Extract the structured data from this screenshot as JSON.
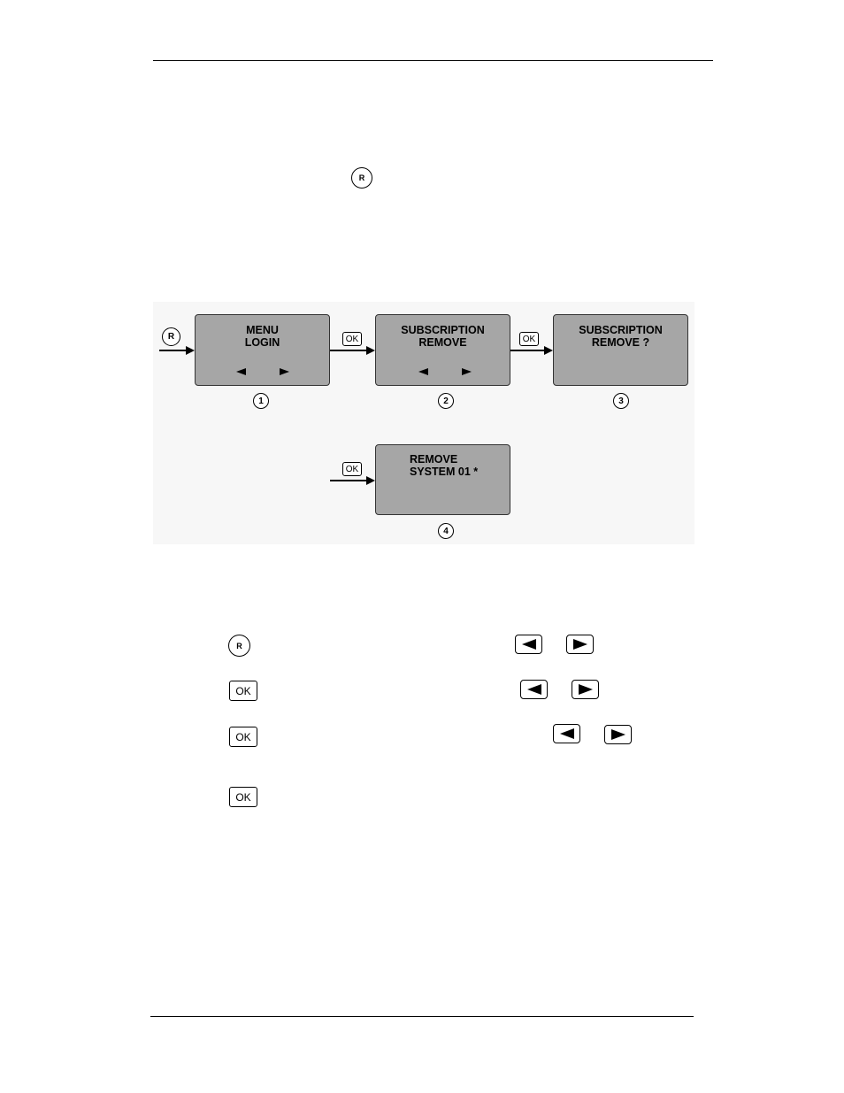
{
  "diagram": {
    "screens": [
      {
        "line1": "MENU",
        "line2": "LOGIN",
        "step": "1"
      },
      {
        "line1": "SUBSCRIPTION",
        "line2": "REMOVE",
        "step": "2"
      },
      {
        "line1": "SUBSCRIPTION",
        "line2": "REMOVE ?",
        "step": "3"
      },
      {
        "line1": "REMOVE",
        "line2": "SYSTEM 01 *",
        "step": "4"
      }
    ],
    "r_key_label": "R",
    "ok_key_label": "OK"
  },
  "intro": {
    "r_key_label": "R"
  },
  "steps": [
    {
      "key_label": "R"
    },
    {
      "key_label": "OK"
    },
    {
      "key_label": "OK"
    },
    {
      "key_label": "OK"
    }
  ],
  "icons": {
    "left_key": "left-arrow-key-icon",
    "right_key": "right-arrow-key-icon"
  }
}
